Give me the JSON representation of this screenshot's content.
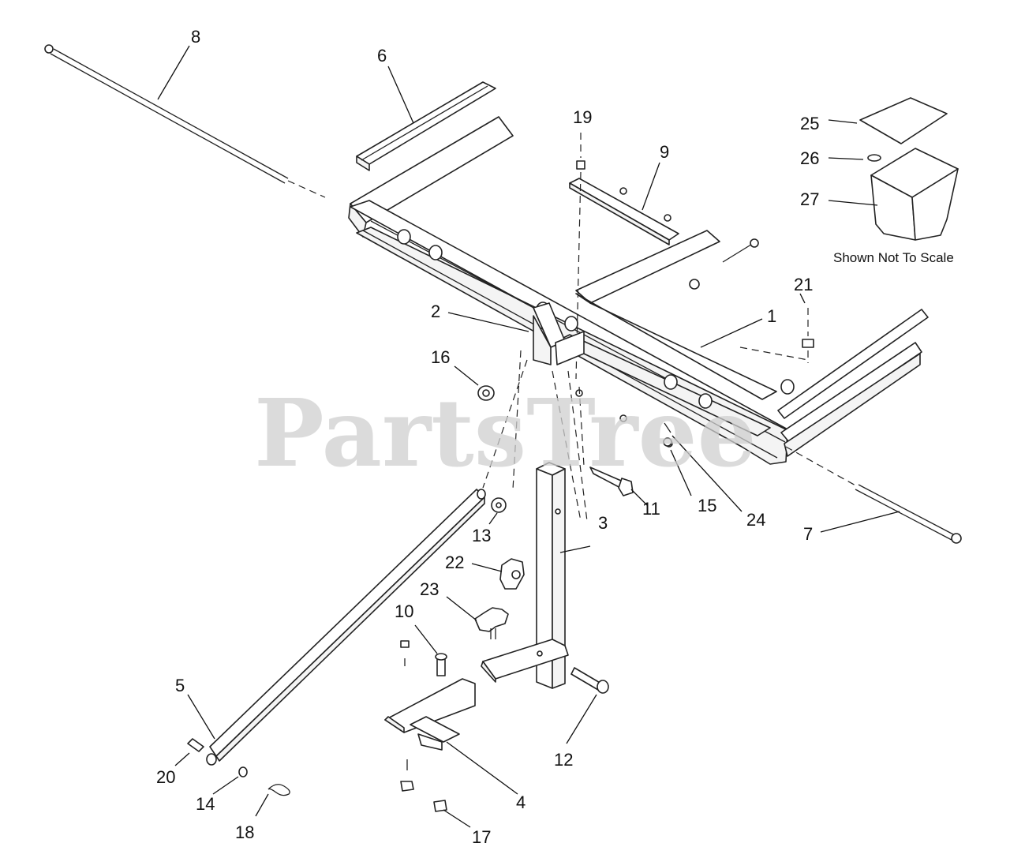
{
  "watermark": "PartsTree",
  "note": "Shown Not To Scale",
  "callouts": [
    {
      "id": "1",
      "label": "1"
    },
    {
      "id": "2",
      "label": "2"
    },
    {
      "id": "3",
      "label": "3"
    },
    {
      "id": "4",
      "label": "4"
    },
    {
      "id": "5",
      "label": "5"
    },
    {
      "id": "6",
      "label": "6"
    },
    {
      "id": "7",
      "label": "7"
    },
    {
      "id": "8",
      "label": "8"
    },
    {
      "id": "9",
      "label": "9"
    },
    {
      "id": "10",
      "label": "10"
    },
    {
      "id": "11",
      "label": "11"
    },
    {
      "id": "12",
      "label": "12"
    },
    {
      "id": "13",
      "label": "13"
    },
    {
      "id": "14",
      "label": "14"
    },
    {
      "id": "15",
      "label": "15"
    },
    {
      "id": "16",
      "label": "16"
    },
    {
      "id": "17",
      "label": "17"
    },
    {
      "id": "18",
      "label": "18"
    },
    {
      "id": "19",
      "label": "19"
    },
    {
      "id": "20",
      "label": "20"
    },
    {
      "id": "21",
      "label": "21"
    },
    {
      "id": "22",
      "label": "22"
    },
    {
      "id": "23",
      "label": "23"
    },
    {
      "id": "24",
      "label": "24"
    },
    {
      "id": "25",
      "label": "25"
    },
    {
      "id": "26",
      "label": "26"
    },
    {
      "id": "27",
      "label": "27"
    }
  ]
}
